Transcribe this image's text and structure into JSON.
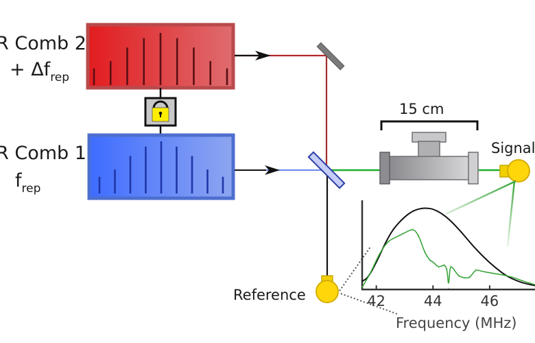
{
  "comb2": {
    "title": "R Comb 2",
    "freq_prefix": "+ Δf",
    "freq_sub": "rep",
    "leading_glyph": ",",
    "color": "#d92b2b",
    "tooth_heights": [
      0.32,
      0.46,
      0.72,
      0.9,
      1.0,
      0.9,
      0.72,
      0.46,
      0.32
    ]
  },
  "comb1": {
    "title": "R Comb 1",
    "freq_prefix": "f",
    "freq_sub": "rep",
    "color": "#3b6df7",
    "tooth_heights": [
      0.32,
      0.46,
      0.72,
      0.9,
      1.0,
      0.9,
      0.72,
      0.46,
      0.32
    ]
  },
  "lock": {
    "icon": "padlock-icon",
    "color": "#ffee00"
  },
  "cell": {
    "length_label": "15 cm"
  },
  "detectors": {
    "signal": {
      "label": "Signal"
    },
    "reference": {
      "label": "Reference"
    }
  },
  "beams": {
    "comb2_color": "#b3262b",
    "comb1_color": "#4a70e6",
    "combined_color": "#1fae2a",
    "reference_color": "#111111"
  },
  "chart_data": {
    "type": "line",
    "title": "",
    "xlabel": "Frequency (MHz)",
    "ylabel": "",
    "xlim": [
      41.5,
      47.6
    ],
    "ylim": [
      0,
      1.0
    ],
    "xticks": [
      42,
      44,
      46
    ],
    "xtick_labels": [
      "42",
      "44",
      "46"
    ],
    "grid": false,
    "series": [
      {
        "name": "reference",
        "color": "#111111",
        "x": [
          41.5,
          41.7,
          42.0,
          42.3,
          42.6,
          43.0,
          43.3,
          43.6,
          43.8,
          44.0,
          44.3,
          44.6,
          45.0,
          45.4,
          45.8,
          46.2,
          46.6,
          47.0,
          47.3,
          47.6
        ],
        "y": [
          0.08,
          0.12,
          0.3,
          0.52,
          0.7,
          0.84,
          0.91,
          0.94,
          0.94,
          0.93,
          0.88,
          0.8,
          0.66,
          0.5,
          0.36,
          0.24,
          0.14,
          0.08,
          0.05,
          0.03
        ]
      },
      {
        "name": "signal",
        "color": "#3aa53a",
        "x": [
          41.5,
          41.8,
          42.1,
          42.4,
          42.7,
          43.0,
          43.3,
          43.5,
          43.7,
          43.9,
          44.0,
          44.2,
          44.4,
          44.5,
          44.55,
          44.6,
          44.7,
          44.9,
          45.1,
          45.3,
          45.5,
          45.7,
          46.0,
          46.4,
          46.8,
          47.2,
          47.6
        ],
        "y": [
          0.01,
          0.18,
          0.4,
          0.55,
          0.6,
          0.65,
          0.7,
          0.62,
          0.42,
          0.32,
          0.31,
          0.24,
          0.28,
          0.22,
          0.0,
          0.26,
          0.24,
          0.14,
          0.12,
          0.12,
          0.22,
          0.2,
          0.18,
          0.16,
          0.13,
          0.08,
          0.04
        ]
      }
    ]
  }
}
